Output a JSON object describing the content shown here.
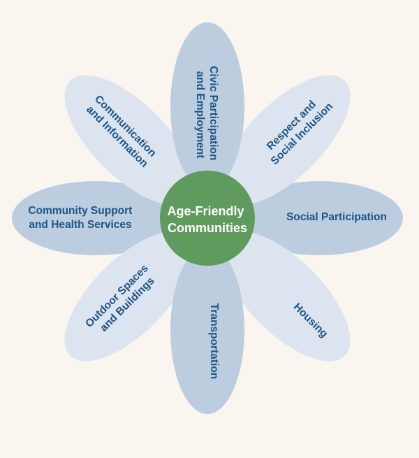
{
  "center": {
    "line1": "Age-Friendly",
    "line2": "Communities"
  },
  "petals": {
    "civic": {
      "line1": "Civic Participation",
      "line2": "and Employment"
    },
    "respect": {
      "line1": "Respect and",
      "line2": "Social Inclusion"
    },
    "social": {
      "line1": "Social Participation"
    },
    "housing": {
      "line1": "Housing"
    },
    "transportation": {
      "line1": "Transportation"
    },
    "outdoor": {
      "line1": "Outdoor Spaces",
      "line2": "and Buildings"
    },
    "community": {
      "line1": "Community Support",
      "line2": "and Health Services"
    },
    "communication": {
      "line1": "Communication",
      "line2": "and Information"
    }
  },
  "colors": {
    "background": "#faf5ef",
    "petal_dark": "#bccde0",
    "petal_light": "#dce4ef",
    "center": "#5e9b5c",
    "text": "#1c5584"
  }
}
